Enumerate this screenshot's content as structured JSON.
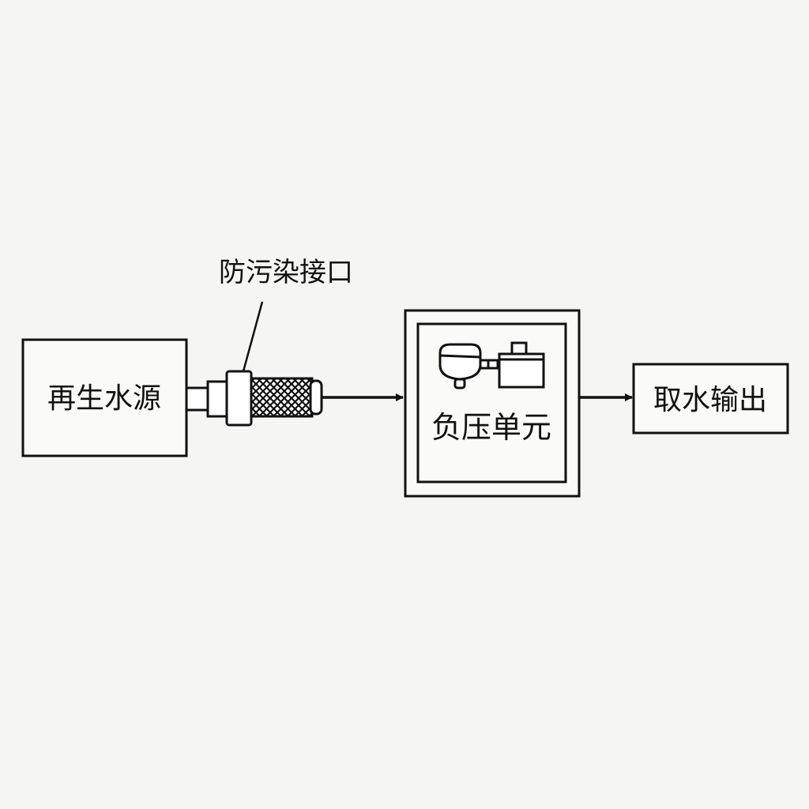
{
  "diagram": {
    "source_label": "再生水源",
    "interface_label": "防污染接口",
    "unit_label": "负压单元",
    "output_label": "取水输出",
    "colors": {
      "stroke": "#111111",
      "background": "#f5f5f3"
    }
  }
}
